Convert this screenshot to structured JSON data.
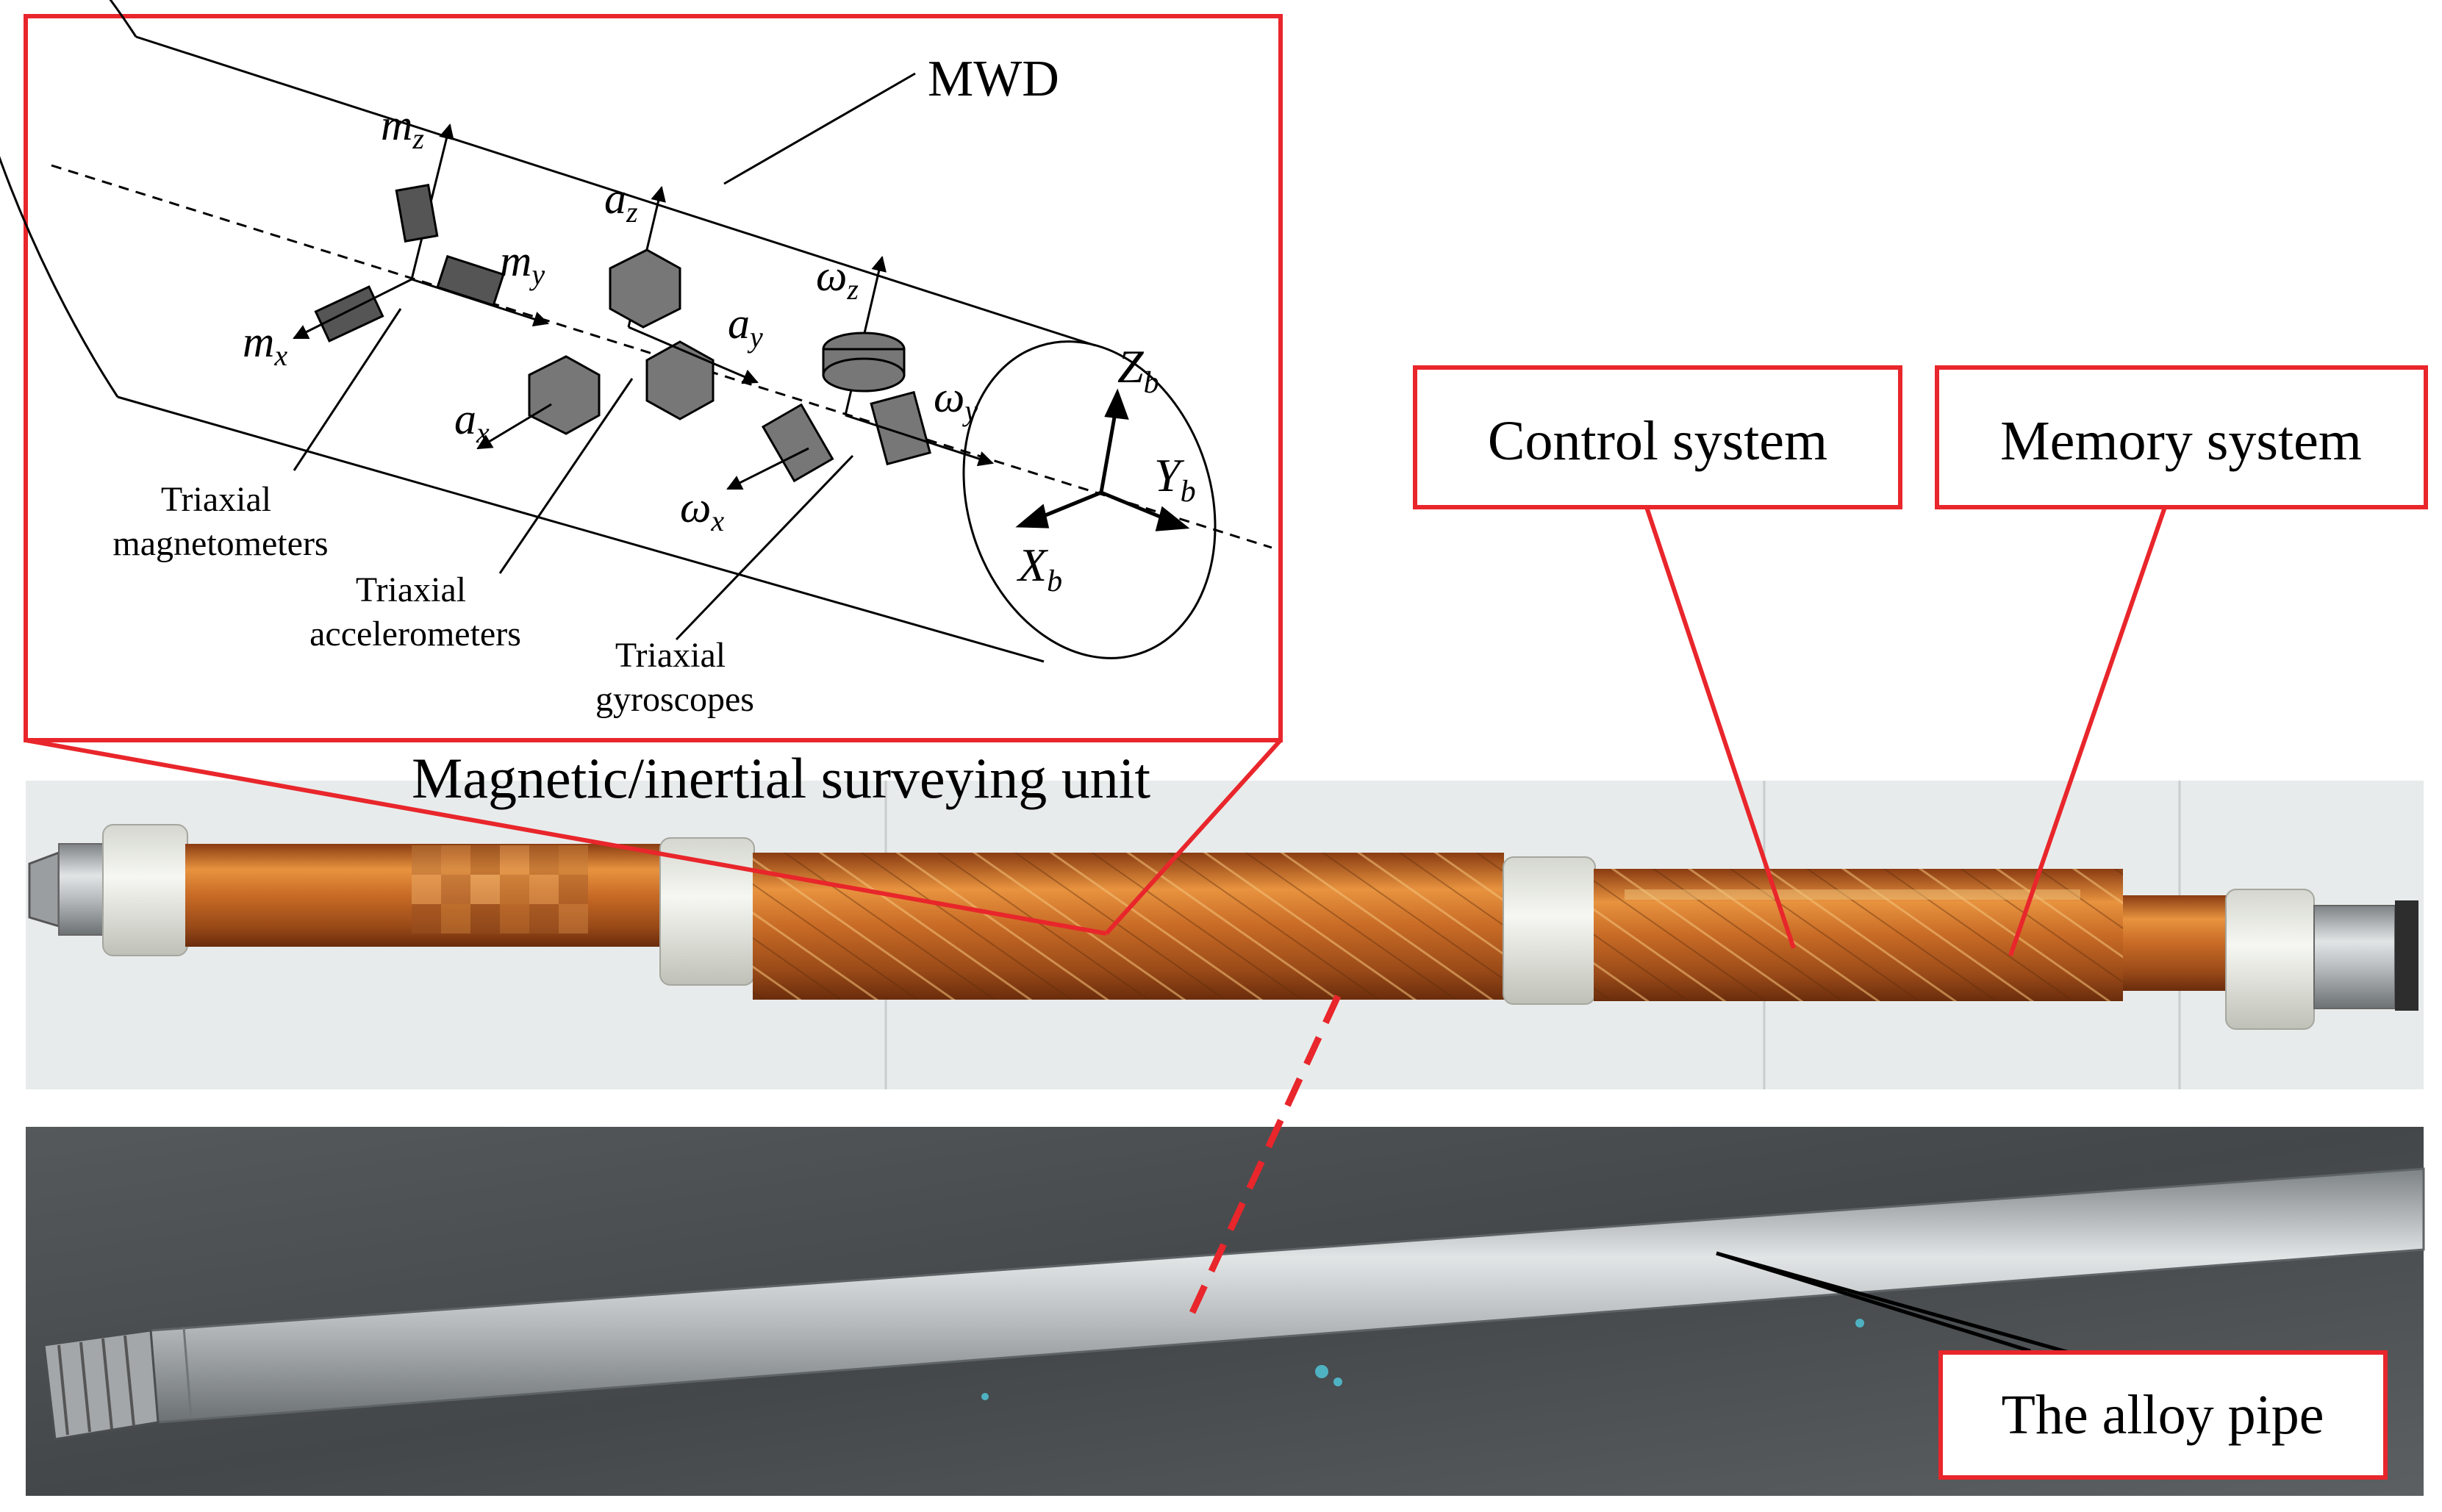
{
  "inset": {
    "mwd_label": "MWD",
    "axes": {
      "zb": "Z",
      "zb_sub": "b",
      "yb": "Y",
      "yb_sub": "b",
      "xb": "X",
      "xb_sub": "b"
    },
    "magnetometer_axes": {
      "mz": "m",
      "mz_sub": "z",
      "my": "m",
      "my_sub": "y",
      "mx": "m",
      "mx_sub": "x"
    },
    "accelerometer_axes": {
      "az": "a",
      "az_sub": "z",
      "ay": "a",
      "ay_sub": "y",
      "ax": "a",
      "ax_sub": "x"
    },
    "gyroscope_axes": {
      "wz": "ω",
      "wz_sub": "z",
      "wy": "ω",
      "wy_sub": "y",
      "wx": "ω",
      "wx_sub": "x"
    },
    "sensors": {
      "magnetometers_line1": "Triaxial",
      "magnetometers_line2": "magnetometers",
      "accelerometers_line1": "Triaxial",
      "accelerometers_line2": "accelerometers",
      "gyroscopes_line1": "Triaxial",
      "gyroscopes_line2": "gyroscopes"
    }
  },
  "labels": {
    "unit_caption": "Magnetic/inertial surveying unit",
    "control_system": "Control system",
    "memory_system": "Memory system",
    "alloy_pipe": "The alloy pipe"
  },
  "colors": {
    "callout_red": "#e8262b",
    "copper": "#c8702a",
    "photo_bg": "#e9ecec",
    "floor": "#4a4e50",
    "steel": "#b9bdbf"
  }
}
